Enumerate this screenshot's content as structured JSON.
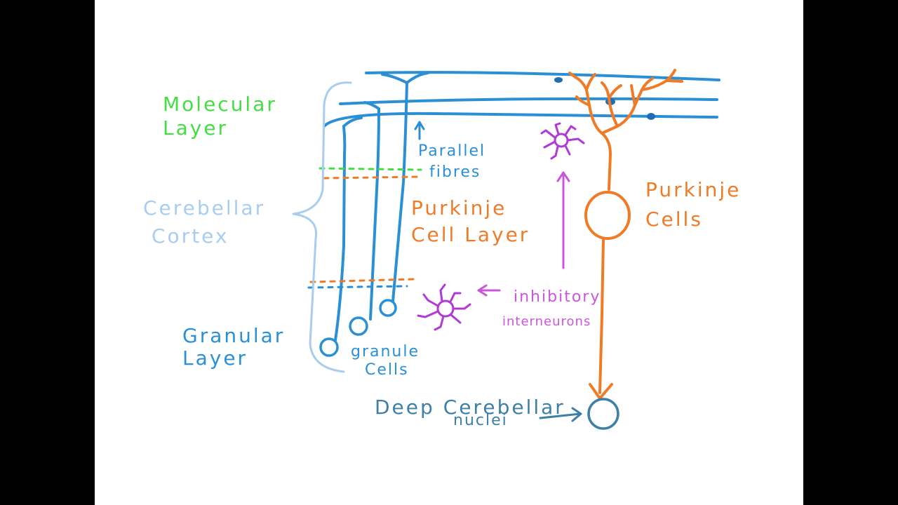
{
  "diagram": {
    "labels": {
      "molecular_1": "Molecular",
      "molecular_2": "Layer",
      "cerebellar_1": "Cerebellar",
      "cerebellar_2": "Cortex",
      "granular_1": "Granular",
      "granular_2": "Layer",
      "parallel_1": "Parallel",
      "parallel_2": "fibres",
      "purkinje_layer_1": "Purkinje",
      "purkinje_layer_2": "Cell Layer",
      "purkinje_cells_1": "Purkinje",
      "purkinje_cells_2": "Cells",
      "inhibitory_1": "inhibitory",
      "inhibitory_2": "interneurons",
      "granule_1": "granule",
      "granule_2": "Cells",
      "deep_1": "Deep Cerebellar",
      "deep_2": "nuclei"
    },
    "colors": {
      "molecular": "#44dd44",
      "cortex": "#a9cdee",
      "granular": "#2b8fd6",
      "fibres": "#2b8fd6",
      "purkinje": "#f07b27",
      "interneuron": "#b03ad6",
      "interneuron_arrow": "#cc55dd",
      "deep": "#3d7fa6"
    }
  }
}
